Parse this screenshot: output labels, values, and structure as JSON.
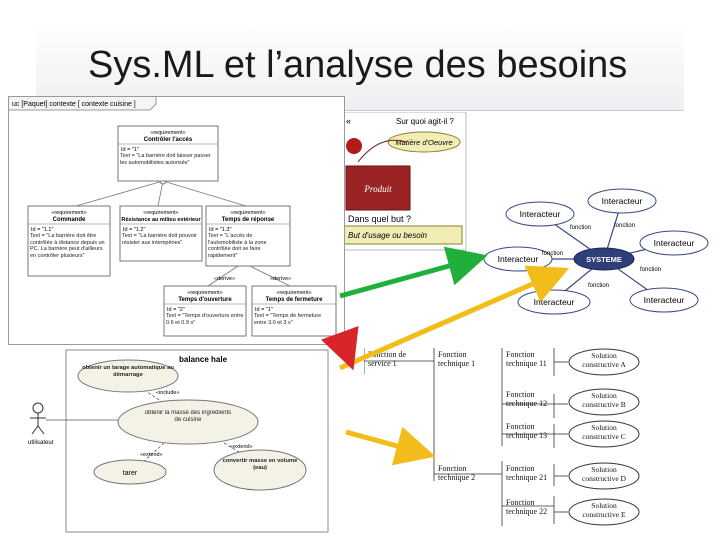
{
  "slide": {
    "title": "Sys.ML et l’analyse des besoins"
  },
  "requirements": {
    "header": "uc [Paquet] contexte [ contexte cuisine ]",
    "r1": {
      "stereo": "«requirement»",
      "name": "Contrôler l'accès",
      "id": "Id = \"1\"",
      "text": "Text = \"La barrière doit laisser passer les automobilistes autorisés\""
    },
    "r2": {
      "stereo": "«requirement»",
      "name": "Commande",
      "id": "Id = \"1.1\"",
      "text": "Text = \"La barrière doit être contrôlée à distance depuis un PC. La barrière peut d'ailleurs en contrôler plusieurs\""
    },
    "r3": {
      "stereo": "«requirement»",
      "name": "Résistance au milieu extérieur",
      "id": "Id = \"1.2\"",
      "text": "Text = \"La barrière doit pouvoir résister aux intempéries\""
    },
    "r4": {
      "stereo": "«requirement»",
      "name": "Temps de réponse",
      "id": "Id = \"1.3\"",
      "text": "Text = \"L'accès de l'automobiliste à la zone contrôlée doit se faire rapidement\""
    },
    "r5": {
      "stereo": "«requirement»",
      "name": "Temps d'ouverture",
      "id": "Id = \"2\"",
      "text": "Text = \"Temps d'ouverture entre 0.6 et 0.9 s\""
    },
    "r6": {
      "stereo": "«requirement»",
      "name": "Temps de fermeture",
      "id": "Id = \"1\"",
      "text": "Text = \"Temps de fermeture entre 3.0 et 3 s\""
    },
    "deriveLabel": "«derive»"
  },
  "horned": {
    "topLeft": "«",
    "topRight": "Sur quoi agit-il ?",
    "node1": "Matière d'Oeuvre",
    "node2": "Produit",
    "question": "Dans quel but ?",
    "purpose": "But d'usage ou besoin"
  },
  "octopus": {
    "center": "SYSTEME",
    "actors": [
      "Interacteur",
      "Interacteur",
      "Interacteur",
      "Interacteur",
      "Interacteur",
      "Interacteur"
    ],
    "fonction": "fonction"
  },
  "usecase": {
    "title": "balance hale",
    "actor": "utilisateur",
    "uc1": "obtenir un tarage automatique au démarrage",
    "uc2": "obtenir la masse des ingrédients de cuisine",
    "uc3": "tarer",
    "uc4": "convertir masse en volume (eau)",
    "include": "«include»",
    "extend": "«extend»"
  },
  "fast": {
    "service": "Fonction de service 1",
    "tech1": "Fonction technique 1",
    "tech2": "Fonction technique 2",
    "t11": "Fonction technique 11",
    "t12": "Fonction technique 12",
    "t13": "Fonction technique 13",
    "t21": "Fonction technique 21",
    "t22": "Fonction technique 22",
    "sA": "Solution constructive A",
    "sB": "Solution constructive B",
    "sC": "Solution constructive C",
    "sD": "Solution constructive D",
    "sE": "Solution constructive E"
  },
  "colors": {
    "green": "#1fb03c",
    "yellow": "#f2bc1a",
    "red": "#d9242a",
    "node": "#2f3f7a"
  }
}
